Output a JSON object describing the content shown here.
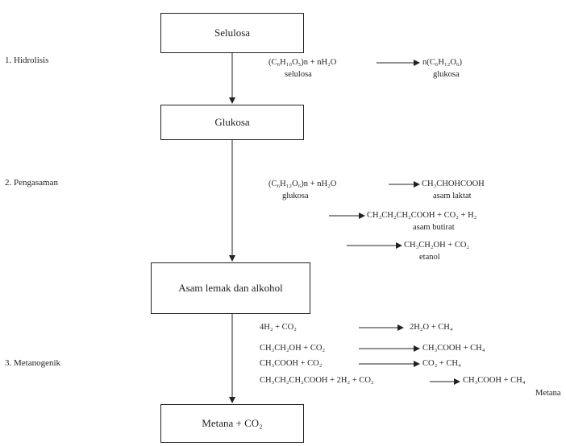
{
  "boxes": {
    "selulosa": "Selulosa",
    "glukosa": "Glukosa",
    "asam_lemak": "Asam lemak dan alkohol",
    "metana": "Metana + CO₂"
  },
  "stages": {
    "hidrolisis": "1. Hidrolisis",
    "pengasaman": "2. Pengasaman",
    "metanogenik": "3. Metanogenik"
  },
  "hidrolisis": {
    "reactant": "(C₆H₁₀O₅)n + nH₂O",
    "reactant_label": "selulosa",
    "product": "n(C₆H₁₂O₆)",
    "product_label": "glukosa"
  },
  "pengasaman": {
    "reactant": "(C₆H₁₂O₆)n + nH₂O",
    "reactant_label": "glukosa",
    "product1": "CH₃CHOHCOOH",
    "product1_label": "asam laktat",
    "product2": "CH₃CH₂CH₂COOH + CO₂ + H₂",
    "product2_label": "asam butirat",
    "product3": "CH₃CH₂OH + CO₂",
    "product3_label": "etanol"
  },
  "metanogenik": {
    "r1": "4H₂ + CO₂",
    "p1": "2H₂O + CH₄",
    "r2": "CH₃CH₂OH + CO₂",
    "p2": "CH₃COOH + CH₄",
    "r3": "CH₃COOH + CO₂",
    "p3": "CO₂ + CH₄",
    "r4": "CH₃CH₂CH₂COOH + 2H₂ + CO₂",
    "p4": "CH₃COOH + CH₄",
    "p4_label": "Metana"
  }
}
